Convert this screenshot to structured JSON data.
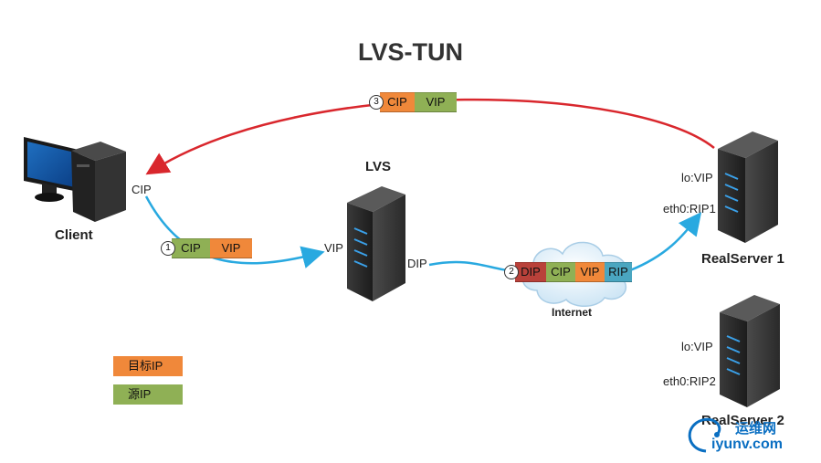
{
  "title": "LVS-TUN",
  "colors": {
    "dest": "#f0883a",
    "src": "#8fb055",
    "dip": "#b9413a",
    "rip": "#4aa6c0",
    "arrow_red": "#d9272d",
    "arrow_blue": "#29a9e0"
  },
  "client": {
    "label": "Client",
    "ip": "CIP"
  },
  "lvs": {
    "label": "LVS",
    "vip": "VIP",
    "dip": "DIP"
  },
  "internet": {
    "label": "Internet"
  },
  "realserver1": {
    "label": "RealServer  1",
    "lo": "lo:VIP",
    "eth": "eth0:RIP1"
  },
  "realserver2": {
    "label": "RealServer  2",
    "lo": "lo:VIP",
    "eth": "eth0:RIP2"
  },
  "packet1": {
    "num": "1",
    "fields": [
      "CIP",
      "VIP"
    ]
  },
  "packet2": {
    "num": "2",
    "fields": [
      "DIP",
      "CIP",
      "VIP",
      "RIP"
    ]
  },
  "packet3": {
    "num": "3",
    "fields": [
      "CIP",
      "VIP"
    ]
  },
  "legend": {
    "dest": "目标IP",
    "src": "源IP"
  },
  "watermark": {
    "cn": "运维网",
    "url": "iyunv.com"
  }
}
